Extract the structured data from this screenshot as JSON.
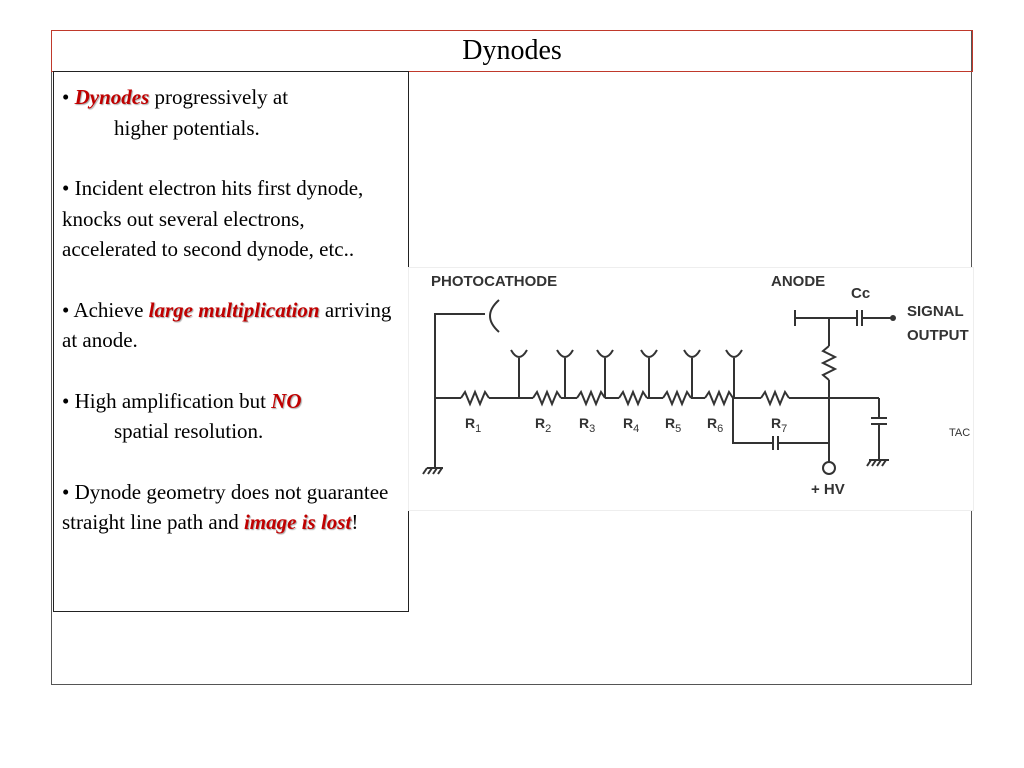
{
  "title": "Dynodes",
  "bullets": {
    "b1": {
      "bullet": "• ",
      "em": "Dynodes",
      "rest1": " progressively at",
      "rest2": "higher potentials."
    },
    "b2": {
      "text": "• Incident electron hits first dynode, knocks out several electrons, accelerated to second dynode, etc.."
    },
    "b3": {
      "pre": "• Achieve ",
      "em": "large multiplication",
      "post": " arriving at anode."
    },
    "b4": {
      "pre": "• High amplification but ",
      "em": "NO",
      "post": "spatial resolution."
    },
    "b5": {
      "pre": "• Dynode geometry does not guarantee straight line path and ",
      "em": "image is lost",
      "post": "!"
    }
  },
  "diagram": {
    "photocathode": "PHOTOCATHODE",
    "anode": "ANODE",
    "cc": "Cc",
    "signal_output_1": "SIGNAL",
    "signal_output_2": "OUTPUT",
    "hv": "+ HV",
    "tac": "TAC",
    "resistors": [
      "R",
      "R",
      "R",
      "R",
      "R",
      "R",
      "R"
    ],
    "resistor_subscripts": [
      "1",
      "2",
      "3",
      "4",
      "5",
      "6",
      "7"
    ]
  },
  "colors": {
    "emphasis": "#c00000",
    "title_border": "#c0392b"
  }
}
